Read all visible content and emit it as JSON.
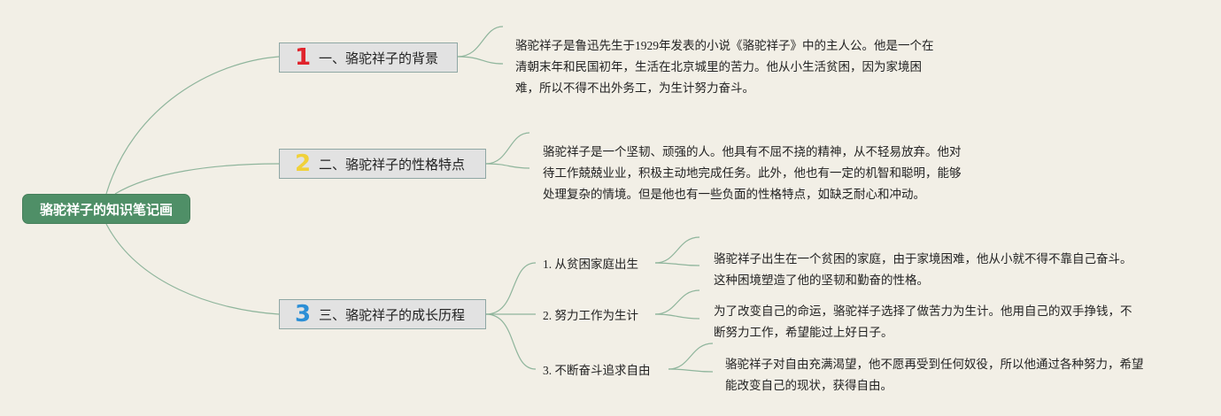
{
  "root": {
    "title": "骆驼祥子的知识笔记画"
  },
  "branches": [
    {
      "number": "1",
      "number_color": "#e0242c",
      "label": "一、骆驼祥子的背景",
      "description": [
        "骆驼祥子是鲁迅先生于1929年发表的小说《骆驼祥子》中的主人公。他是一个在",
        "清朝末年和民国初年，生活在北京城里的苦力。他从小生活贫困，因为家境困",
        "难，所以不得不出外务工，为生计努力奋斗。"
      ]
    },
    {
      "number": "2",
      "number_color": "#f0d13a",
      "label": "二、骆驼祥子的性格特点",
      "description": [
        "骆驼祥子是一个坚韧、顽强的人。他具有不屈不挠的精神，从不轻易放弃。他对",
        "待工作兢兢业业，积极主动地完成任务。此外，他也有一定的机智和聪明，能够",
        "处理复杂的情境。但是他也有一些负面的性格特点，如缺乏耐心和冲动。"
      ]
    },
    {
      "number": "3",
      "number_color": "#2c8fd6",
      "label": "三、骆驼祥子的成长历程",
      "children": [
        {
          "label": "1. 从贫困家庭出生",
          "description": [
            "骆驼祥子出生在一个贫困的家庭，由于家境困难，他从小就不得不靠自己奋斗。",
            "这种困境塑造了他的坚韧和勤奋的性格。"
          ]
        },
        {
          "label": "2. 努力工作为生计",
          "description": [
            "为了改变自己的命运，骆驼祥子选择了做苦力为生计。他用自己的双手挣钱，不",
            "断努力工作，希望能过上好日子。"
          ]
        },
        {
          "label": "3. 不断奋斗追求自由",
          "description": [
            "骆驼祥子对自由充满渴望，他不愿再受到任何奴役，所以他通过各种努力，希望",
            "能改变自己的现状，获得自由。"
          ]
        }
      ]
    }
  ],
  "colors": {
    "background": "#f2efe6",
    "root_fill": "#4f8f67",
    "branch_fill": "#e2e2e2",
    "link": "#8fb59c"
  }
}
